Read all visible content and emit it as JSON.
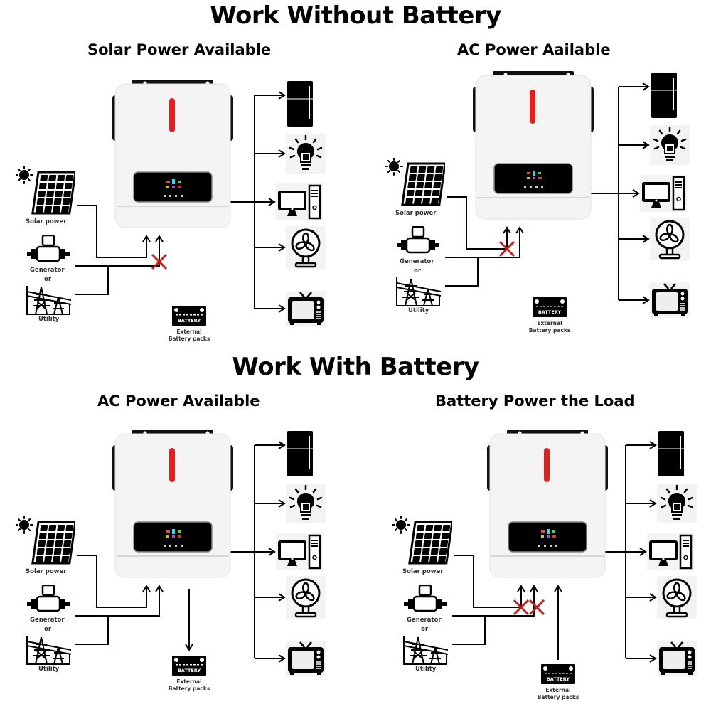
{
  "sections": [
    {
      "title": "Work Without Battery",
      "panels": [
        {
          "title": "Solar Power Available",
          "blocked": [
            "grid"
          ],
          "battery_flow": "none"
        },
        {
          "title": "AC Power Aailable",
          "blocked": [
            "solar"
          ],
          "battery_flow": "none"
        }
      ]
    },
    {
      "title": "Work With Battery",
      "panels": [
        {
          "title": "AC Power Available",
          "blocked": [],
          "battery_flow": "charge"
        },
        {
          "title": "Battery Power the Load",
          "blocked": [
            "solar",
            "grid"
          ],
          "battery_flow": "discharge"
        }
      ]
    }
  ],
  "labels": {
    "solar": "Solar power",
    "generator": "Generator",
    "or": "or",
    "utility": "Utility",
    "battery_badge": "BATTERY",
    "battery_line1": "External",
    "battery_line2": "Battery packs"
  },
  "loads": [
    "refrigerator",
    "light-bulb",
    "computer",
    "fan",
    "television"
  ],
  "colors": {
    "accent_red": "#e0201e",
    "cross_red": "#c0201e",
    "line": "#000000",
    "inverter_body": "#f4f4f4"
  }
}
